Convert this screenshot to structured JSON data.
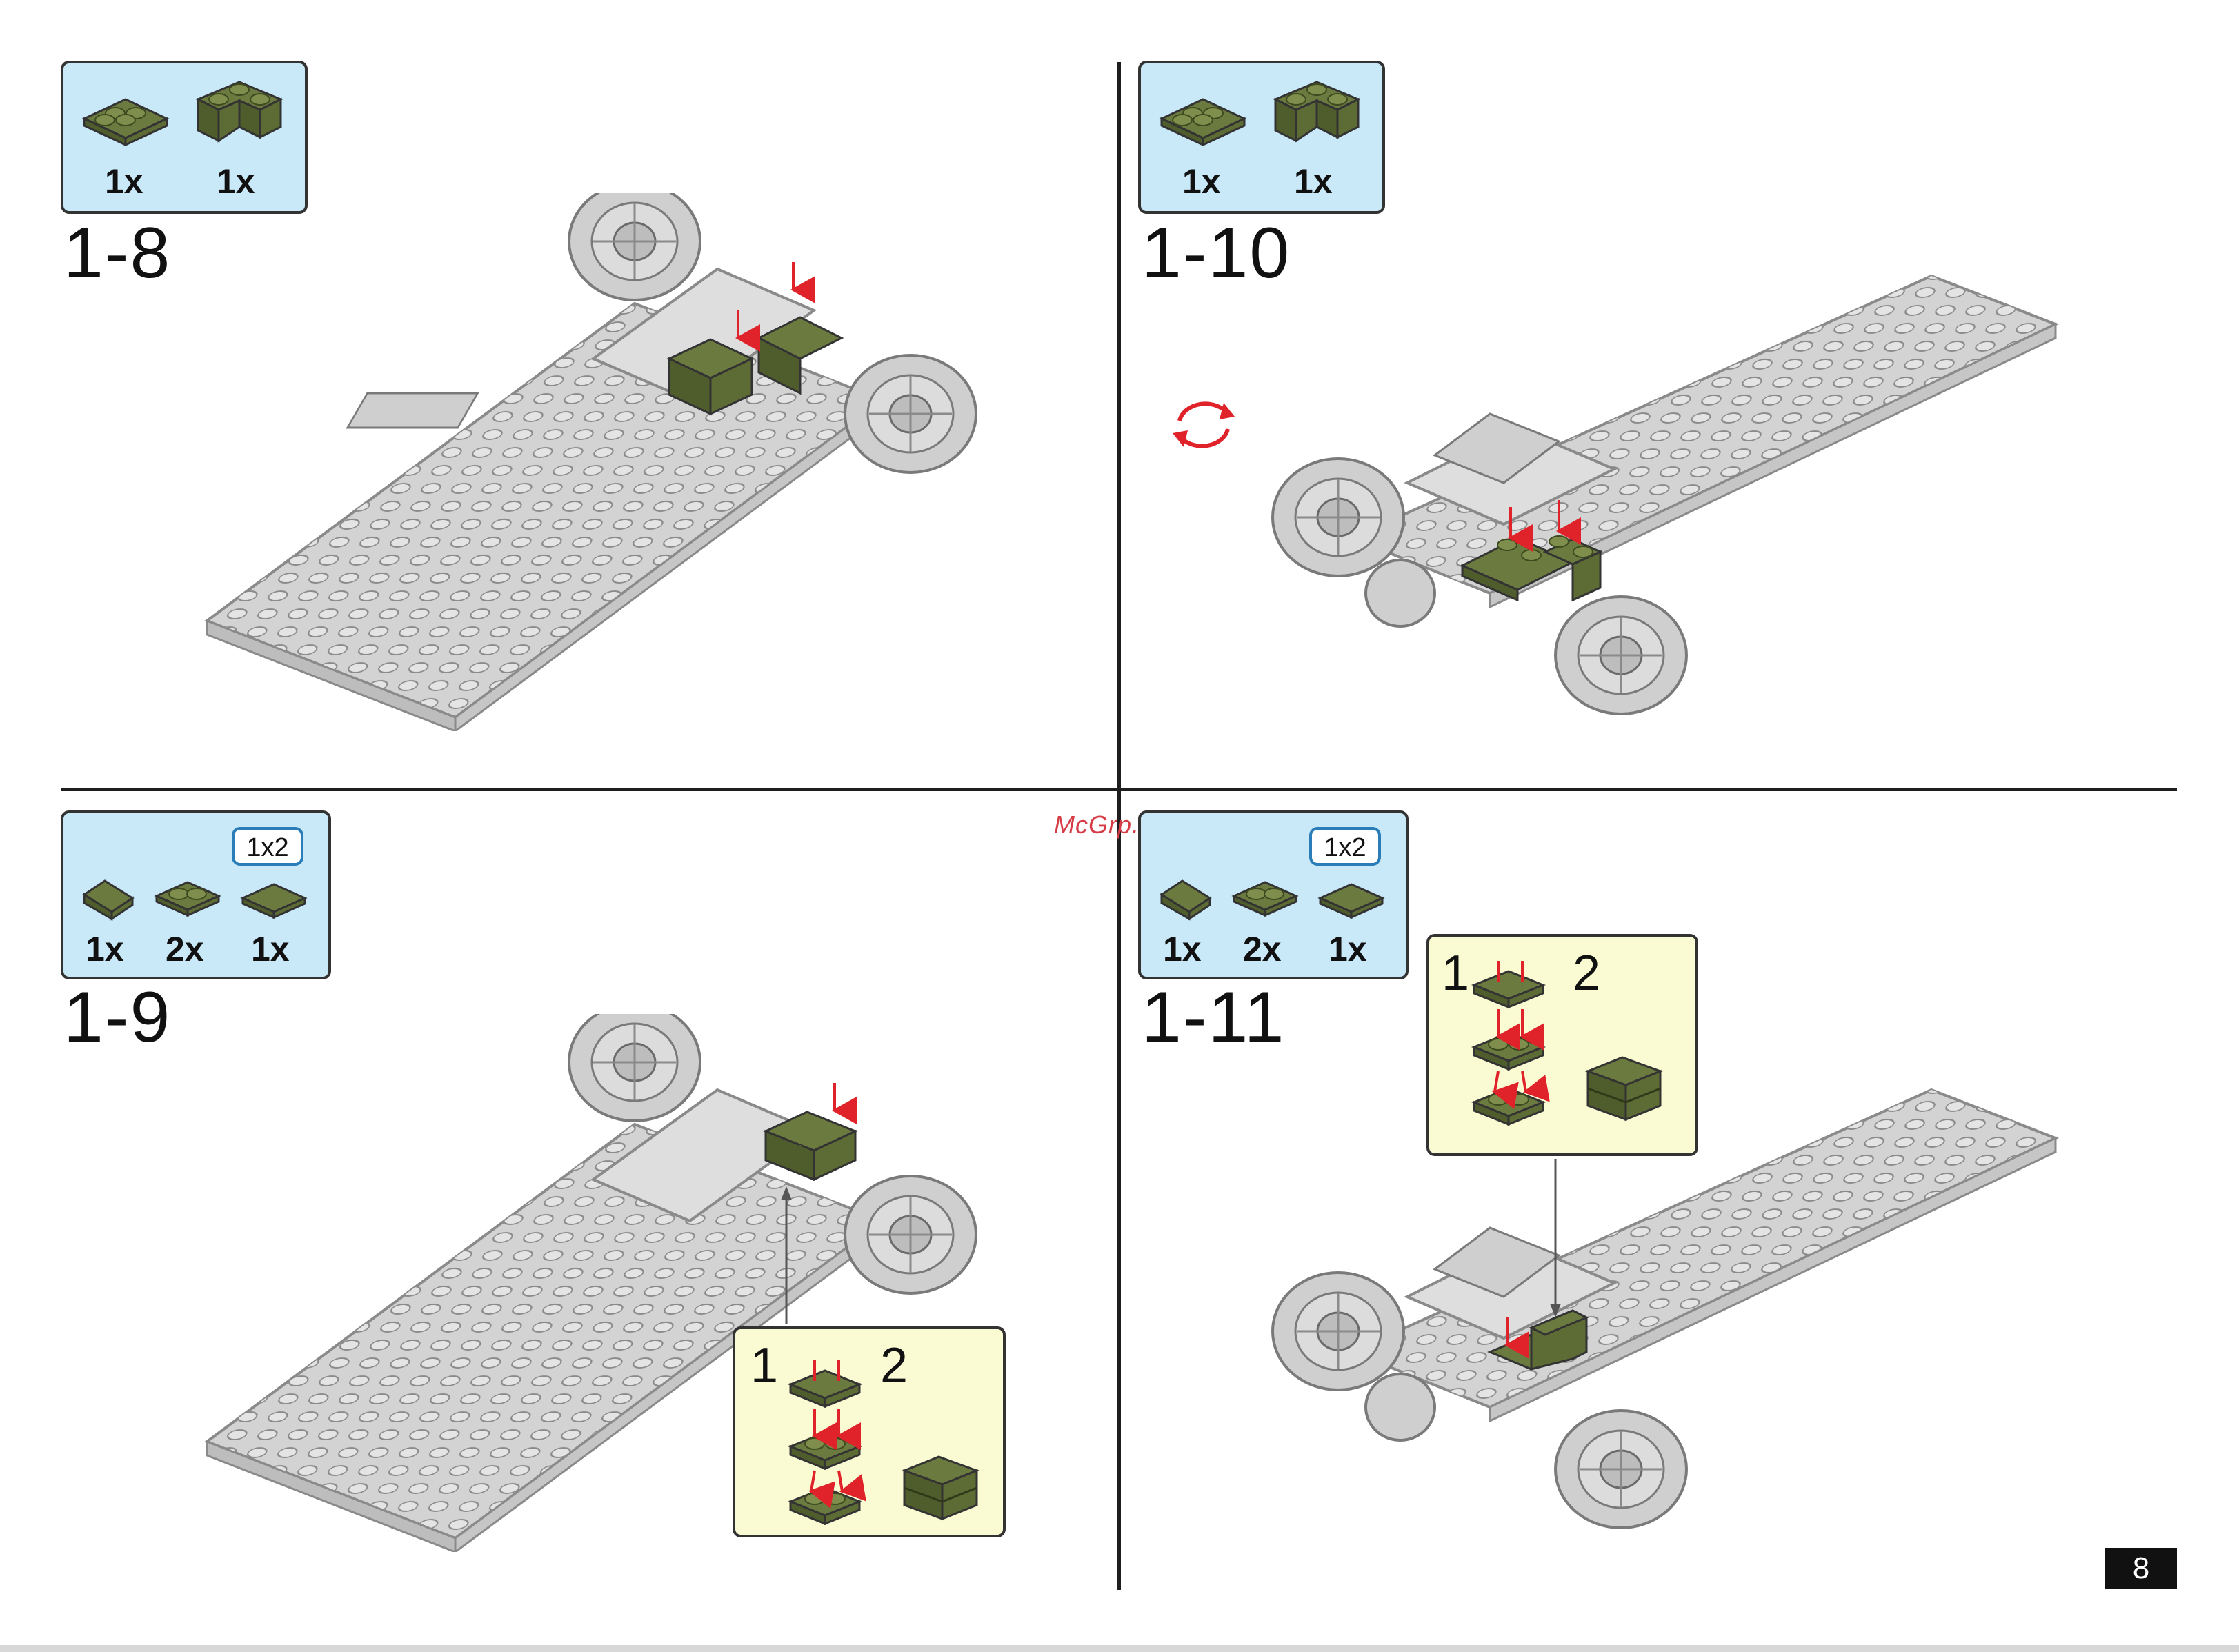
{
  "watermark": "McGrp.Ru",
  "page_number": "8",
  "colors": {
    "brick_green": "#6b7a3e",
    "brick_green_dark": "#4f5c2c",
    "chassis_gray": "#d3d3d3",
    "chassis_outline": "#8a8a8a",
    "parts_box_bg": "#c9e9f9",
    "sub_box_bg": "#fbfbd3",
    "arrow_red": "#e0232a"
  },
  "steps": [
    {
      "id": "1-8",
      "label": "1-8",
      "parts": [
        {
          "icon": "plate-2x2-green-icon",
          "qty": "1x"
        },
        {
          "icon": "brick-corner-green-icon",
          "qty": "1x"
        }
      ]
    },
    {
      "id": "1-9",
      "label": "1-9",
      "size_badge": "1x2",
      "parts": [
        {
          "icon": "slope-green-icon",
          "qty": "1x"
        },
        {
          "icon": "plate-1x2-green-icon",
          "qty": "2x"
        },
        {
          "icon": "tile-1x2-green-icon",
          "qty": "1x"
        }
      ],
      "sub_steps": [
        "1",
        "2"
      ]
    },
    {
      "id": "1-10",
      "label": "1-10",
      "rotate_icon": "rotate-model-icon",
      "parts": [
        {
          "icon": "plate-2x2-green-icon",
          "qty": "1x"
        },
        {
          "icon": "brick-corner-green-icon",
          "qty": "1x"
        }
      ]
    },
    {
      "id": "1-11",
      "label": "1-11",
      "size_badge": "1x2",
      "parts": [
        {
          "icon": "slope-green-icon",
          "qty": "1x"
        },
        {
          "icon": "plate-1x2-green-icon",
          "qty": "2x"
        },
        {
          "icon": "tile-1x2-green-icon",
          "qty": "1x"
        }
      ],
      "sub_steps": [
        "1",
        "2"
      ]
    }
  ]
}
